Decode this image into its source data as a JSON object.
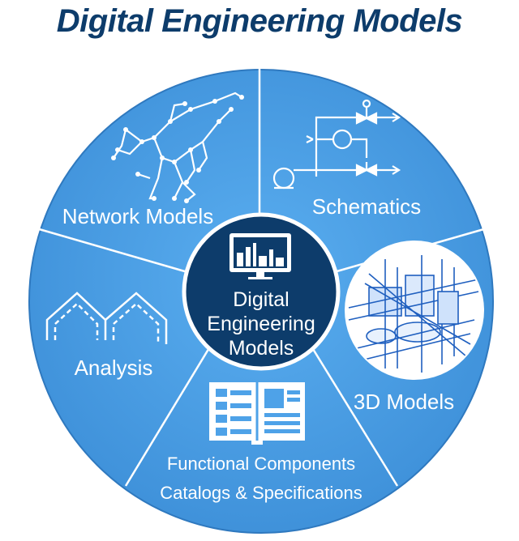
{
  "title": "Digital Engineering Models",
  "colors": {
    "title": "#0d3c6b",
    "wheel": "#4ea2e8",
    "wheel_dark": "#3f8fd6",
    "center": "#0d3c6b",
    "lines": "#ffffff"
  },
  "center": {
    "icon": "monitor-plant-icon",
    "line1": "Digital",
    "line2": "Engineering",
    "line3": "Models"
  },
  "segments": {
    "network": {
      "label": "Network Models",
      "icon": "pipeline-network-icon"
    },
    "schematics": {
      "label": "Schematics",
      "icon": "process-schematic-icon"
    },
    "models3d": {
      "label": "3D Models",
      "icon": "plant-3d-model-icon"
    },
    "functional": {
      "line1": "Functional Components",
      "line2": "Catalogs & Specifications",
      "icon": "open-catalog-book-icon"
    },
    "analysis": {
      "label": "Analysis",
      "icon": "truss-frame-icon"
    }
  }
}
